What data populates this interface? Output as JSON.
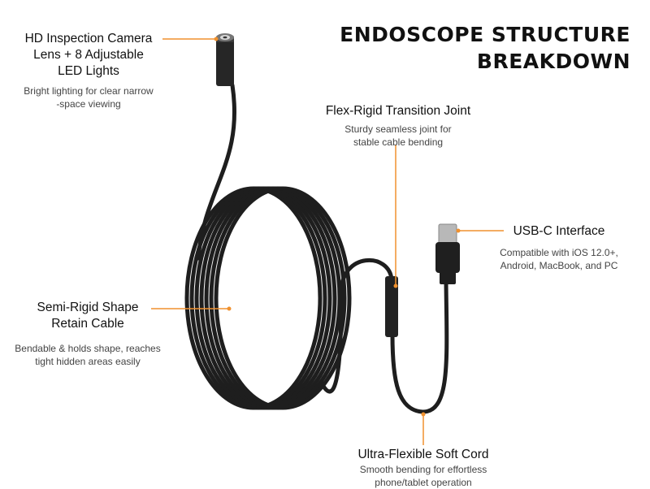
{
  "title": {
    "line1": "ENDOSCOPE STRUCTURE",
    "line2": "BREAKDOWN"
  },
  "callouts": {
    "camera": {
      "head": [
        "HD Inspection Camera",
        "Lens + 8 Adjustable",
        "LED Lights"
      ],
      "desc": [
        "Bright lighting for clear narrow",
        "-space viewing"
      ]
    },
    "joint": {
      "head": [
        "Flex-Rigid Transition Joint"
      ],
      "desc": [
        "Sturdy seamless joint for",
        "stable cable bending"
      ]
    },
    "usb": {
      "head": [
        "USB-C Interface"
      ],
      "desc": [
        "Compatible with iOS 12.0+,",
        "Android, MacBook, and PC"
      ]
    },
    "cable": {
      "head": [
        "Semi-Rigid Shape",
        "Retain Cable"
      ],
      "desc": [
        "Bendable & holds shape, reaches",
        "tight hidden areas easily"
      ]
    },
    "cord": {
      "head": [
        "Ultra-Flexible Soft Cord"
      ],
      "desc": [
        "Smooth bending for effortless",
        "phone/tablet operation"
      ]
    }
  },
  "colors": {
    "accent": "#F0912E",
    "cable": "#1E1E1E",
    "title": "#111111"
  }
}
